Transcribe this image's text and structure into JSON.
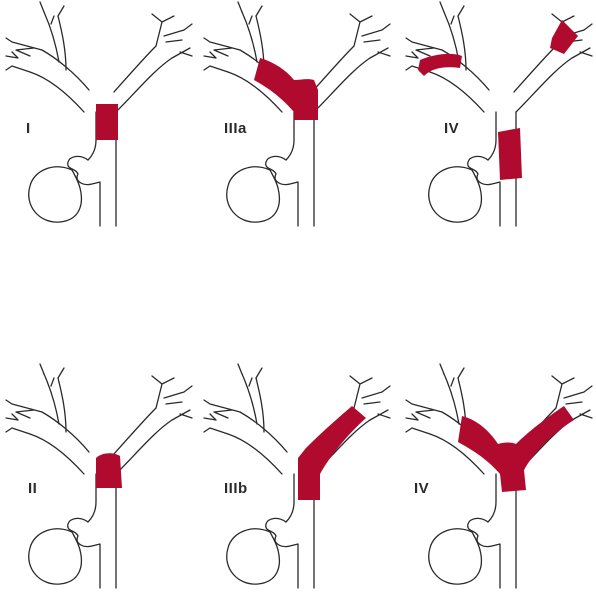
{
  "colors": {
    "tumor": "#B00B2E",
    "duct_outline": "#2a2a2a",
    "label": "#2b2b2b"
  },
  "panels": [
    {
      "id": "type-1",
      "label": "I",
      "tumor_sites": [
        "common-hepatic-duct"
      ]
    },
    {
      "id": "type-3a",
      "label": "IIIa",
      "tumor_sites": [
        "confluence",
        "right-hepatic-duct"
      ]
    },
    {
      "id": "type-4-a",
      "label": "IV",
      "tumor_sites": [
        "common-hepatic-duct",
        "right-peripheral-duct",
        "left-peripheral-duct"
      ]
    },
    {
      "id": "type-2",
      "label": "II",
      "tumor_sites": [
        "confluence"
      ]
    },
    {
      "id": "type-3b",
      "label": "IIIb",
      "tumor_sites": [
        "confluence",
        "left-hepatic-duct"
      ]
    },
    {
      "id": "type-4-b",
      "label": "IV",
      "tumor_sites": [
        "confluence",
        "right-hepatic-duct",
        "left-hepatic-duct"
      ]
    }
  ]
}
